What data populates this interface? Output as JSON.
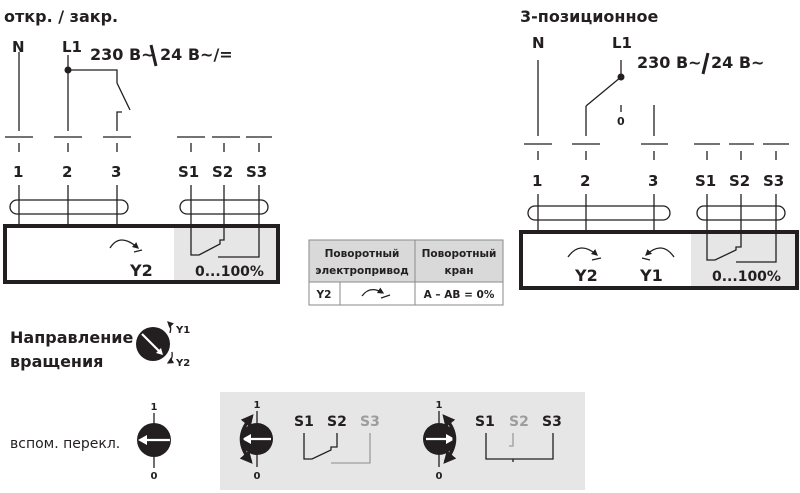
{
  "left_diagram": {
    "title": "откр. / закр.",
    "supply_labels": [
      "N",
      "L1"
    ],
    "voltage_a": "230 B~",
    "voltage_b": "24 B~/=",
    "terminals": [
      "1",
      "2",
      "3"
    ],
    "aux_terminals": [
      "S1",
      "S2",
      "S3"
    ],
    "direction_label": "Y2",
    "range_label": "0...100%"
  },
  "right_diagram": {
    "title": "3-позиционное",
    "supply_labels": [
      "N",
      "L1"
    ],
    "voltage_a": "230 B~",
    "voltage_b": "24 B~",
    "switch_zero": "0",
    "terminals": [
      "1",
      "2",
      "3"
    ],
    "aux_terminals": [
      "S1",
      "S2",
      "S3"
    ],
    "direction_labels": [
      "Y2",
      "Y1"
    ],
    "range_label": "0...100%"
  },
  "table": {
    "headers": [
      "Поворотный электропривод",
      "Поворотный кран"
    ],
    "header_lines": [
      [
        "Поворотный",
        "электропривод"
      ],
      [
        "Поворотный",
        "кран"
      ]
    ],
    "rows": [
      {
        "signal": "Y2",
        "icon": "clockwise-arrow-icon",
        "valve": "A – AB = 0%"
      }
    ],
    "colors": {
      "header_bg": "#d9d9d9",
      "border": "#8a8a8a"
    }
  },
  "rotation": {
    "label_line1": "Направление",
    "label_line2": "вращения",
    "y1": "Y1",
    "y2": "Y2"
  },
  "aux_switch": {
    "label": "вспом. перекл.",
    "pos_top": "1",
    "pos_bottom": "0",
    "panel_a": {
      "pos_top": "1",
      "pos_bottom": "0",
      "labels": [
        "S1",
        "S2",
        "S3"
      ],
      "inactive": "S3"
    },
    "panel_b": {
      "pos_top": "1",
      "pos_bottom": "0",
      "labels": [
        "S1",
        "S2",
        "S3"
      ],
      "inactive": "S2"
    }
  },
  "colors": {
    "ink": "#231f20",
    "panel_gray": "#e6e6e6",
    "inactive_gray": "#9d9d9d"
  }
}
